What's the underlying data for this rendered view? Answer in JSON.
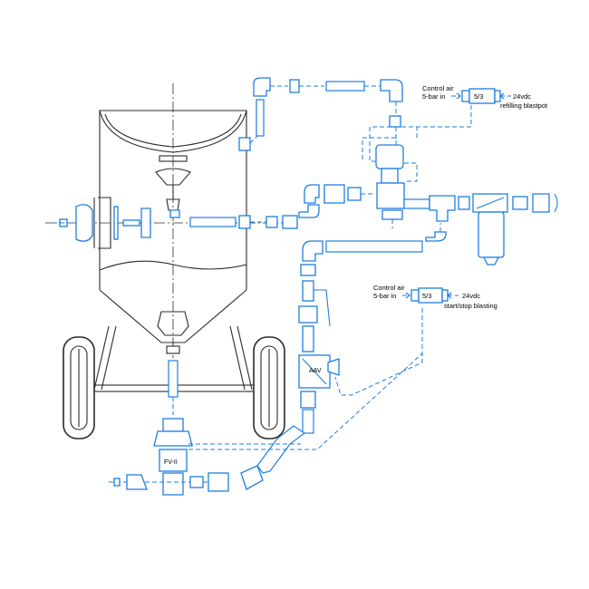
{
  "colors": {
    "blue": "#1e7ee0",
    "dark": "#2b2b2b"
  },
  "valves": {
    "refill": {
      "control_air": "Control air",
      "pressure": "5-bar in",
      "valve_code": "5/3",
      "voltage": "24vdc",
      "function": "refilling blastpot"
    },
    "blast": {
      "control_air": "Control air",
      "pressure": "5-bar in",
      "valve_code": "5/3",
      "voltage": "24vdc",
      "function": "start/stop blasting"
    }
  },
  "components": {
    "aav_label": "AAV",
    "metering_valve_label": "FV-II"
  },
  "icons": {
    "pot": "blast-pot-icon",
    "wheel": "wheel-icon",
    "filter": "air-filter-icon",
    "valve": "solenoid-valve-icon"
  }
}
